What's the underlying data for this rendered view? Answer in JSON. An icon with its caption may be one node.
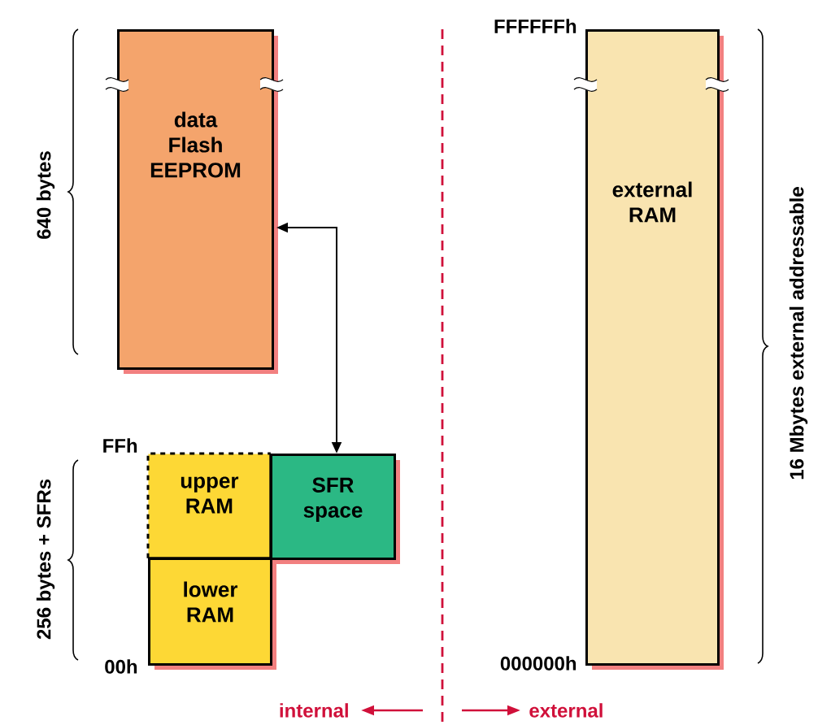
{
  "diagram": {
    "nodes": [
      {
        "text": [
          "data Flash EEPROM"
        ]
      },
      {
        "text": [
          "upper RAM"
        ]
      },
      {
        "text": [
          "SFR space"
        ]
      },
      {
        "text": [
          "lower RAM"
        ]
      },
      {
        "text": [
          "external RAM"
        ]
      }
    ],
    "edges": [
      {
        "from": 2,
        "to": 0,
        "arrow": "both"
      }
    ],
    "labels": [
      "640 bytes",
      "FFh",
      "256 bytes + SFRs",
      "00h",
      "FFFFFFh",
      "000000h",
      "16 Mbytes external addressable",
      "internal",
      "external"
    ]
  }
}
